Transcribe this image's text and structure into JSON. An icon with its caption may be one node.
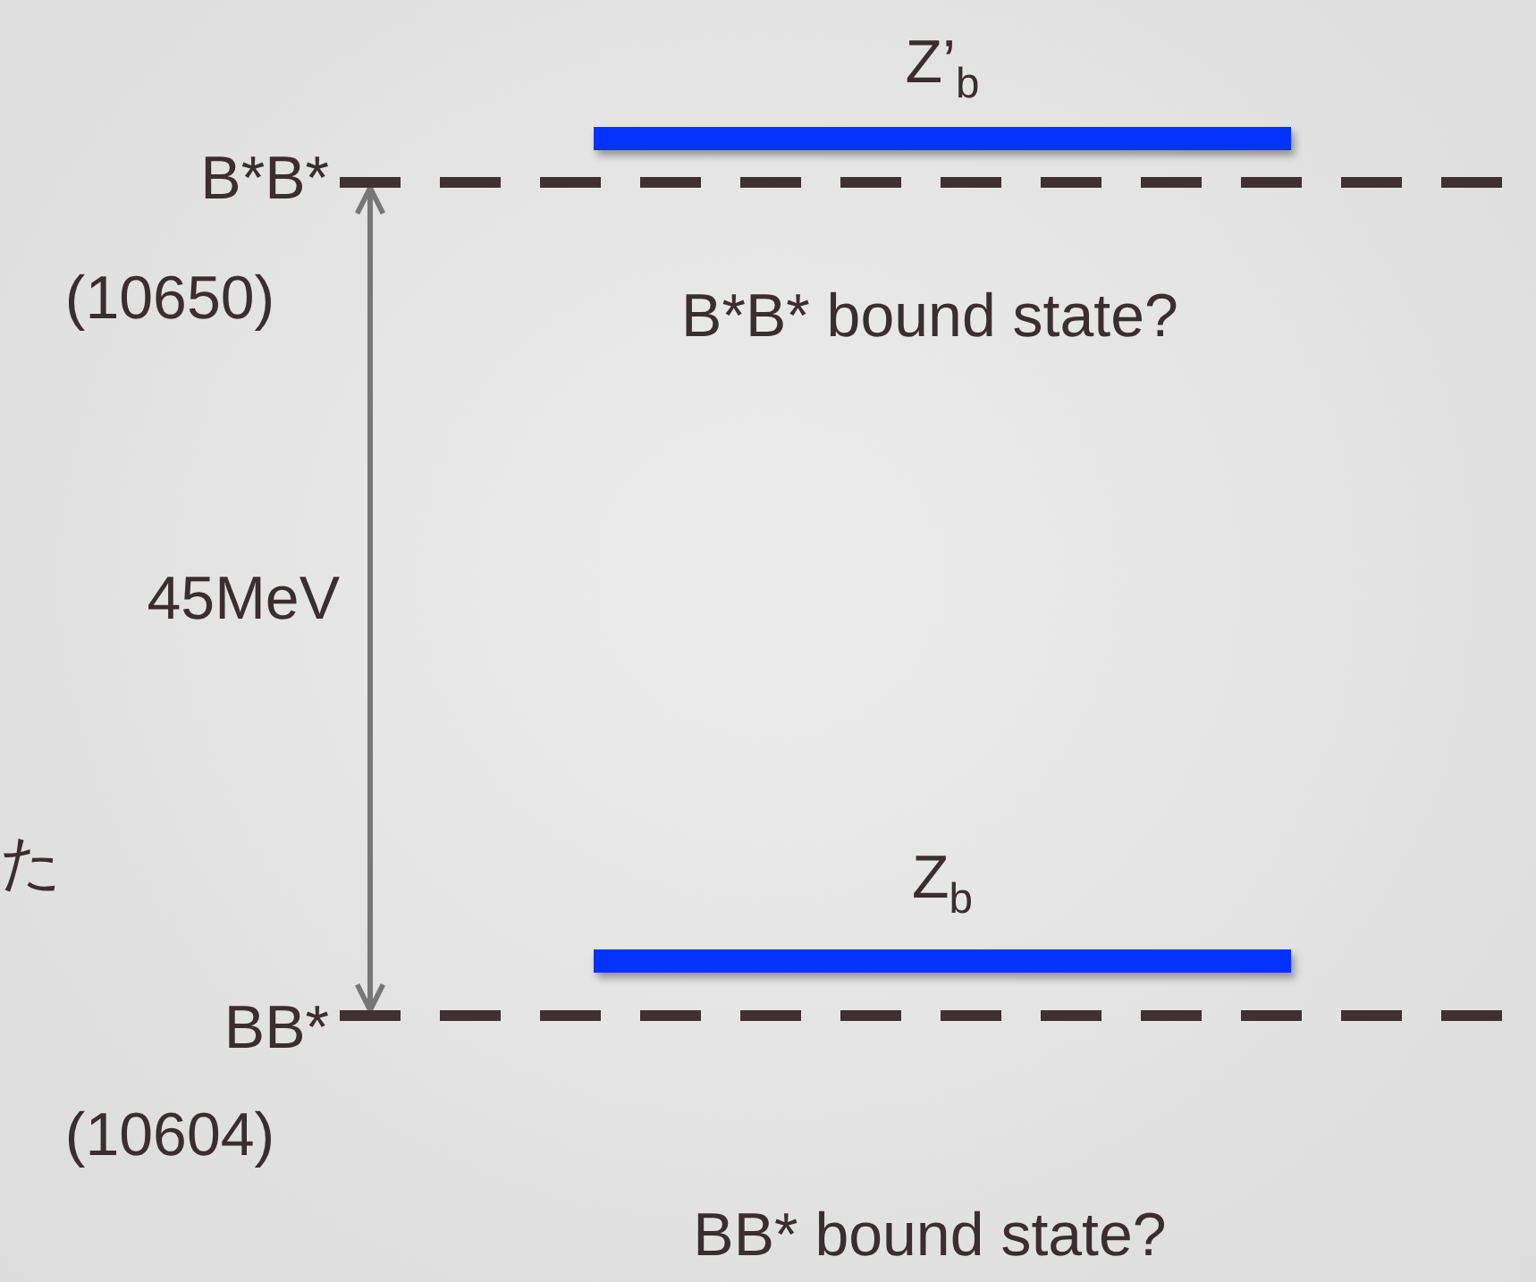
{
  "diagram": {
    "nodes": [
      {
        "text": [
          "B*B*",
          "(10650)"
        ]
      },
      {
        "text": [
          "BB*",
          "(10604)"
        ]
      },
      {
        "text": [
          "Z’$_{b}$"
        ],
        "beside": [
          "B*B* bound state?"
        ]
      },
      {
        "text": [
          "Z$_{b}$"
        ],
        "beside": [
          "BB* bound state?"
        ]
      }
    ],
    "edges": [
      {
        "from": 0,
        "to": 1,
        "arrow": "both",
        "label": "45MeV",
        "color": "#777777"
      }
    ],
    "labels": [
      "た"
    ]
  }
}
